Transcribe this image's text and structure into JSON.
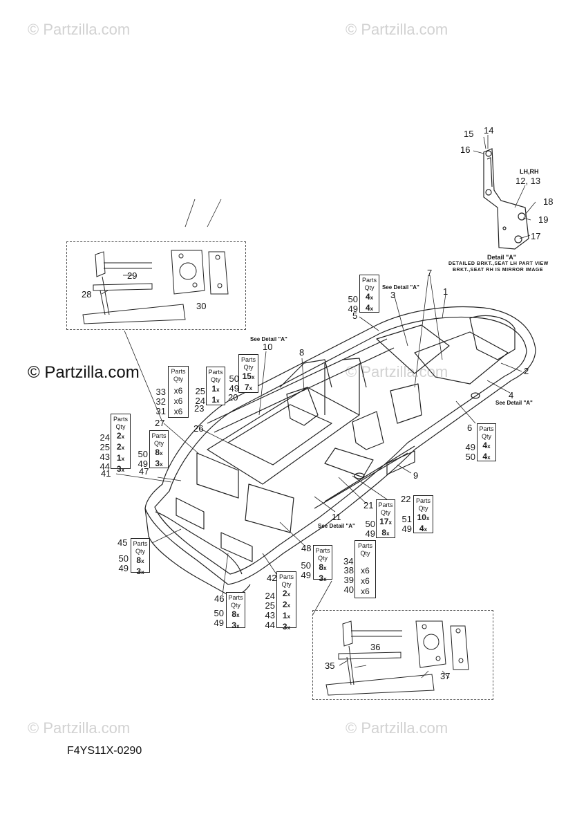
{
  "watermarks": {
    "small": "© Partzilla.com",
    "main": "© Partzilla.com"
  },
  "diagram_code": "F4YS11X-0290",
  "detail_a": {
    "lh_rh": "LH,RH",
    "title": "Detail \"A\"",
    "note_line1": "DETAILED BRKT.,SEAT LH PART VIEW",
    "note_line2": "BRKT.,SEAT RH IS MIRROR IMAGE"
  },
  "see_detail": "See Detail \"A\"",
  "box_header": {
    "parts": "Parts",
    "qty": "Qty"
  },
  "parts_lists": [
    {
      "id": "b1",
      "parts": [
        "50",
        "49"
      ],
      "qty": [
        "4",
        "4"
      ],
      "suffix": "x"
    },
    {
      "id": "b2",
      "parts": [
        "33",
        "32",
        "31"
      ],
      "qty": [
        "x6",
        "x6",
        "x6"
      ],
      "suffix": ""
    },
    {
      "id": "b3",
      "parts": [
        "25",
        "24"
      ],
      "qty": [
        "1",
        "1"
      ],
      "suffix": "x"
    },
    {
      "id": "b4",
      "parts": [
        "50",
        "49"
      ],
      "qty": [
        "15",
        "7"
      ],
      "suffix": "x"
    },
    {
      "id": "b5",
      "parts": [
        "24",
        "25",
        "43",
        "44"
      ],
      "qty": [
        "2",
        "2",
        "1",
        "3"
      ],
      "suffix": "x"
    },
    {
      "id": "b6",
      "parts": [
        "50",
        "49"
      ],
      "qty": [
        "8",
        "3"
      ],
      "suffix": "x"
    },
    {
      "id": "b7",
      "parts": [
        "49",
        "50"
      ],
      "qty": [
        "4",
        "4"
      ],
      "suffix": "x"
    },
    {
      "id": "b8",
      "parts": [
        "51",
        "49"
      ],
      "qty": [
        "10",
        "4"
      ],
      "suffix": "x"
    },
    {
      "id": "b9",
      "parts": [
        "50",
        "49"
      ],
      "qty": [
        "17",
        "8"
      ],
      "suffix": "x"
    },
    {
      "id": "b10",
      "parts": [
        "50",
        "49"
      ],
      "qty": [
        "8",
        "3"
      ],
      "suffix": "x"
    },
    {
      "id": "b11",
      "parts": [
        "50",
        "49"
      ],
      "qty": [
        "8",
        "3"
      ],
      "suffix": "x"
    },
    {
      "id": "b12",
      "parts": [
        "38",
        "39",
        "40"
      ],
      "qty": [
        "x6",
        "x6",
        "x6"
      ],
      "suffix": ""
    },
    {
      "id": "b13",
      "parts": [
        "24",
        "25",
        "43",
        "44"
      ],
      "qty": [
        "2",
        "2",
        "1",
        "3"
      ],
      "suffix": "x"
    },
    {
      "id": "b14",
      "parts": [
        "50",
        "49"
      ],
      "qty": [
        "8",
        "3"
      ],
      "suffix": "x"
    }
  ],
  "callouts": {
    "c1": "1",
    "c2": "2",
    "c3": "3",
    "c4": "4",
    "c5": "5",
    "c6": "6",
    "c7": "7",
    "c8": "8",
    "c9": "9",
    "c10": "10",
    "c11": "11",
    "c12_13": "12, 13",
    "c14": "14",
    "c15": "15",
    "c16": "16",
    "c17": "17",
    "c18": "18",
    "c19": "19",
    "c20": "20",
    "c21": "21",
    "c22": "22",
    "c23": "23",
    "c26": "26",
    "c27": "27",
    "c28": "28",
    "c29": "29",
    "c30": "30",
    "c34": "34",
    "c35": "35",
    "c36": "36",
    "c37": "37",
    "c41": "41",
    "c42": "42",
    "c45": "45",
    "c46": "46",
    "c47": "47",
    "c48": "48"
  }
}
